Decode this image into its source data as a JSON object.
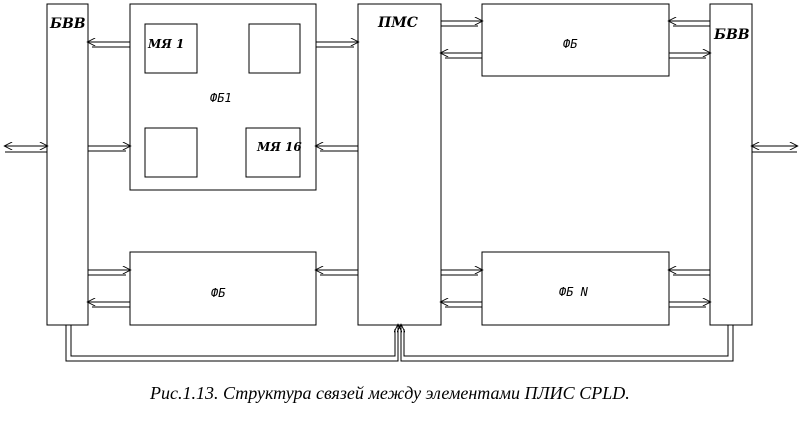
{
  "labels": {
    "bvv_left": "БВВ",
    "bvv_right": "БВВ",
    "pms": "ПМС",
    "fb1": "ФБ1",
    "mya1": "МЯ 1",
    "mya16": "МЯ 16",
    "fb_top_right": "ФБ",
    "fb_bottom_left": "ФБ",
    "fbn": "ФБ N"
  },
  "caption": "Рис.1.13. Структура связей между элементами ПЛИС CPLD."
}
